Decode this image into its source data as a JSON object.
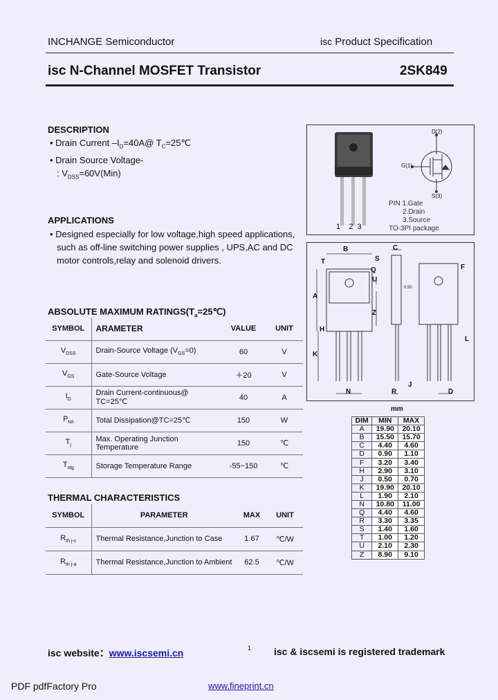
{
  "header": {
    "company": "INCHANGE Semiconductor",
    "spec_prefix": "isc",
    "spec_rest": " Product Specification",
    "title": "isc N-Channel MOSFET Transistor",
    "part_number": "2SK849"
  },
  "description": {
    "heading": "DESCRIPTION",
    "bullet1": "Drain Current –I",
    "bullet1_sub": "D",
    "bullet1_mid": "=40A@ T",
    "bullet1_sub2": "C",
    "bullet1_end": "=25℃",
    "bullet2": "Drain Source Voltage-",
    "bullet2b_pre": ": V",
    "bullet2b_sub": "DSS",
    "bullet2b_end": "=60V(Min)"
  },
  "applications": {
    "heading": "APPLICATIONS",
    "line1": "Designed especially for low voltage,high speed applications,",
    "line2": "such as off-line switching power supplies , UPS,AC and DC",
    "line3": "motor controls,relay and solenoid drivers."
  },
  "ratings": {
    "heading_pre": "ABSOLUTE MAXIMUM RATINGS(T",
    "heading_sub": "a",
    "heading_end": "=25℃)",
    "col_symbol": "SYMBOL",
    "col_param": "ARAMETER",
    "col_value": "VALUE",
    "col_unit": "UNIT",
    "rows": [
      {
        "sym": "V",
        "sub": "DSS",
        "param": "Drain-Source Voltage (V",
        "psub": "GS",
        "pend": "=0)",
        "value": "60",
        "unit": "V"
      },
      {
        "sym": "V",
        "sub": "GS",
        "param": "Gate-Source Voltage",
        "psub": "",
        "pend": "",
        "value": "＋20",
        "unit": "V"
      },
      {
        "sym": "I",
        "sub": "D",
        "param": "Drain Current-continuous@ TC=25℃",
        "psub": "",
        "pend": "",
        "value": "40",
        "unit": "A"
      },
      {
        "sym": "P",
        "sub": "tot",
        "param": "Total Dissipation@TC=25℃",
        "psub": "",
        "pend": "",
        "value": "150",
        "unit": "W"
      },
      {
        "sym": "T",
        "sub": "j",
        "param": "Max. Operating Junction Temperature",
        "psub": "",
        "pend": "",
        "value": "150",
        "unit": "℃"
      },
      {
        "sym": "T",
        "sub": "stg",
        "param": "Storage Temperature Range",
        "psub": "",
        "pend": "",
        "value": "-55~150",
        "unit": "℃"
      }
    ]
  },
  "thermal": {
    "heading": "THERMAL CHARACTERISTICS",
    "col_symbol": "SYMBOL",
    "col_param": "PARAMETER",
    "col_max": "MAX",
    "col_unit": "UNIT",
    "rows": [
      {
        "sym": "R",
        "sub": "th j-c",
        "param": "Thermal Resistance,Junction to Case",
        "max": "1.67",
        "unit": "℃/W"
      },
      {
        "sym": "R",
        "sub": "th j-a",
        "param": "Thermal Resistance,Junction to Ambient",
        "max": "62.5",
        "unit": "℃/W"
      }
    ]
  },
  "package_box": {
    "pin_title": "PIN  1.Gate",
    "pin2": "2.Drain",
    "pin3": "3.Source",
    "pkg": "TO-3PI",
    "pkg_tail": "package",
    "pin_nums": [
      "1",
      "2",
      "3"
    ],
    "sch_d": "D(2)",
    "sch_g": "G(1)",
    "sch_s": "S(3)"
  },
  "drawing_labels": {
    "B": "B",
    "C": "C",
    "S": "S",
    "T": "T",
    "Q": "Q",
    "U": "U",
    "A": "A",
    "Z": "Z",
    "H": "H",
    "K": "K",
    "F": "F",
    "L": "L",
    "N": "N",
    "R": "R",
    "J": "J",
    "D": "D",
    "small": "0.50"
  },
  "dimensions": {
    "unit_header": "mm",
    "col_dim": "DIM",
    "col_min": "MIN",
    "col_max": "MAX",
    "rows": [
      {
        "dim": "A",
        "min": "19.90",
        "max": "20.10"
      },
      {
        "dim": "B",
        "min": "15.50",
        "max": "15.70"
      },
      {
        "dim": "C",
        "min": "4.40",
        "max": "4.60"
      },
      {
        "dim": "D",
        "min": "0.90",
        "max": "1.10"
      },
      {
        "dim": "F",
        "min": "3.20",
        "max": "3.40"
      },
      {
        "dim": "H",
        "min": "2.90",
        "max": "3.10"
      },
      {
        "dim": "J",
        "min": "0.50",
        "max": "0.70"
      },
      {
        "dim": "K",
        "min": "19.90",
        "max": "20.10"
      },
      {
        "dim": "L",
        "min": "1.90",
        "max": "2.10"
      },
      {
        "dim": "N",
        "min": "10.80",
        "max": "11.00"
      },
      {
        "dim": "Q",
        "min": "4.40",
        "max": "4.60"
      },
      {
        "dim": "R",
        "min": "3.30",
        "max": "3.35"
      },
      {
        "dim": "S",
        "min": "1.40",
        "max": "1.60"
      },
      {
        "dim": "T",
        "min": "1.00",
        "max": "1.20"
      },
      {
        "dim": "U",
        "min": "2.10",
        "max": "2.30"
      },
      {
        "dim": "Z",
        "min": "8.90",
        "max": "9.10"
      }
    ]
  },
  "footer": {
    "website_label": "isc website：",
    "website_url": "www.iscsemi.cn",
    "page_mark": "1",
    "trademark": "isc & iscsemi is registered trademark"
  },
  "pdf_bar": {
    "left": "PDF   pdfFactory Pro",
    "right": "www.fineprint.cn"
  }
}
